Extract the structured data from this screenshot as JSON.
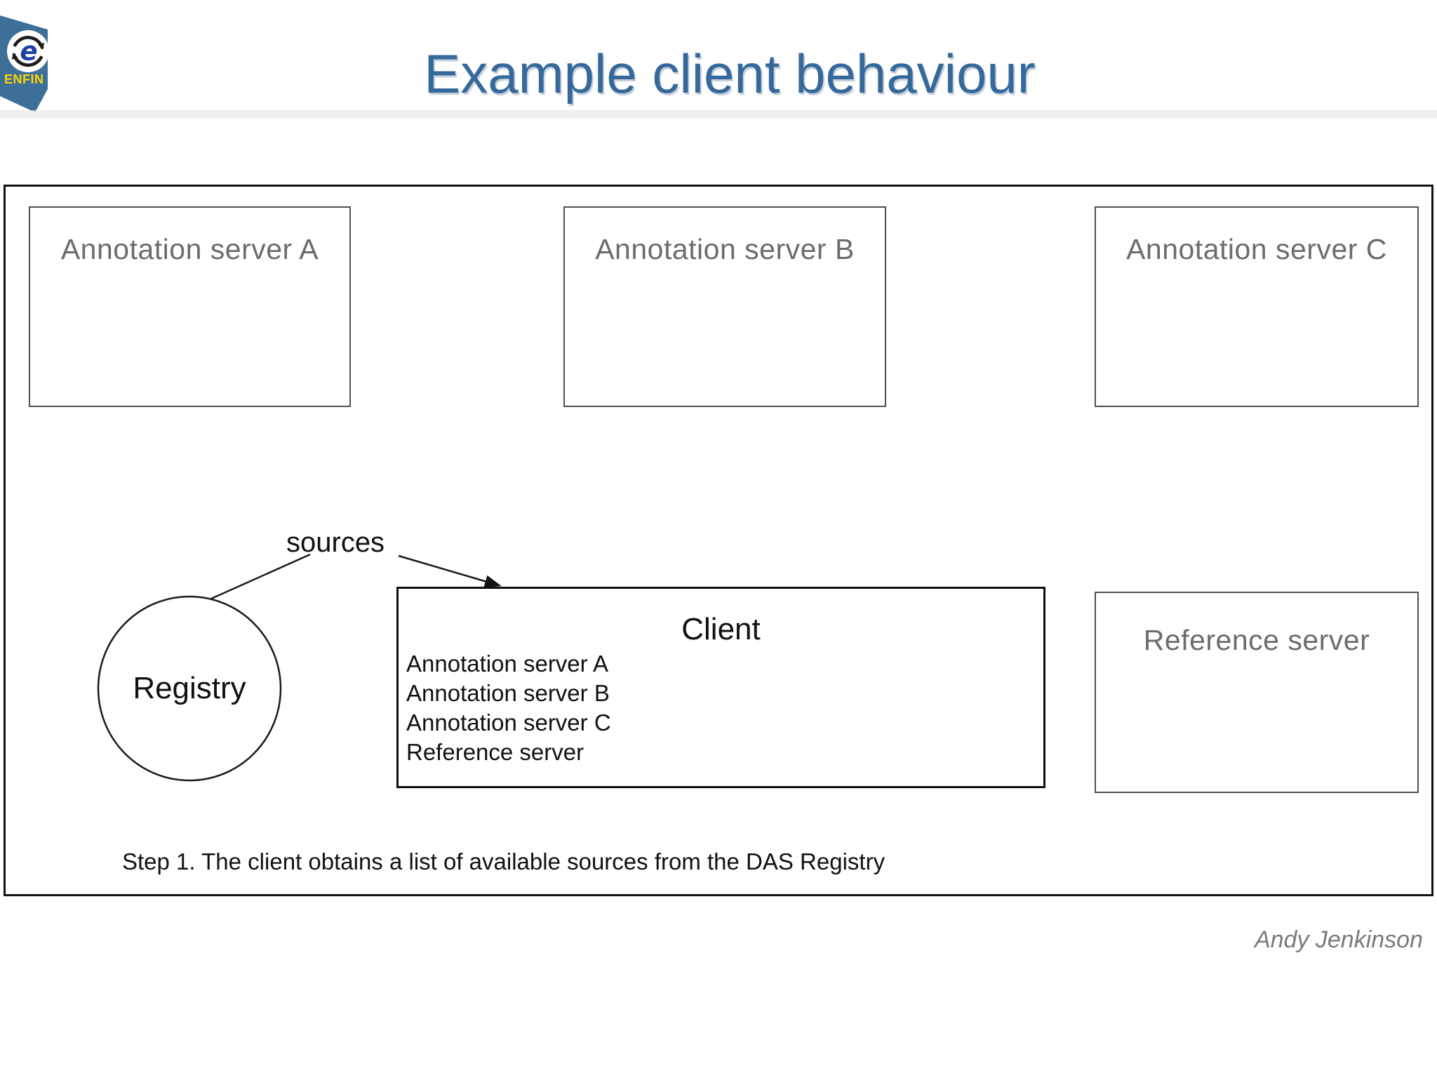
{
  "slide": {
    "title": "Example client behaviour",
    "step_caption": "Step 1. The client obtains a list of available sources from the DAS Registry",
    "attribution": "Andy Jenkinson",
    "colors": {
      "title": "#35699c",
      "box_label": "#6c6c6c",
      "logo_flag": "#3d6f99",
      "logo_brand": "#ffd200",
      "logo_monogram": "#1d41a3"
    }
  },
  "logo": {
    "brand": "ENFIN",
    "monogram": "e"
  },
  "diagram": {
    "annotation_servers": [
      {
        "label": "Annotation server A"
      },
      {
        "label": "Annotation server B"
      },
      {
        "label": "Annotation server C"
      }
    ],
    "reference_server_label": "Reference server",
    "registry_label": "Registry",
    "arrow_label": "sources",
    "client": {
      "title": "Client",
      "sources": [
        "Annotation server A",
        "Annotation server B",
        "Annotation server C",
        "Reference server"
      ]
    }
  }
}
